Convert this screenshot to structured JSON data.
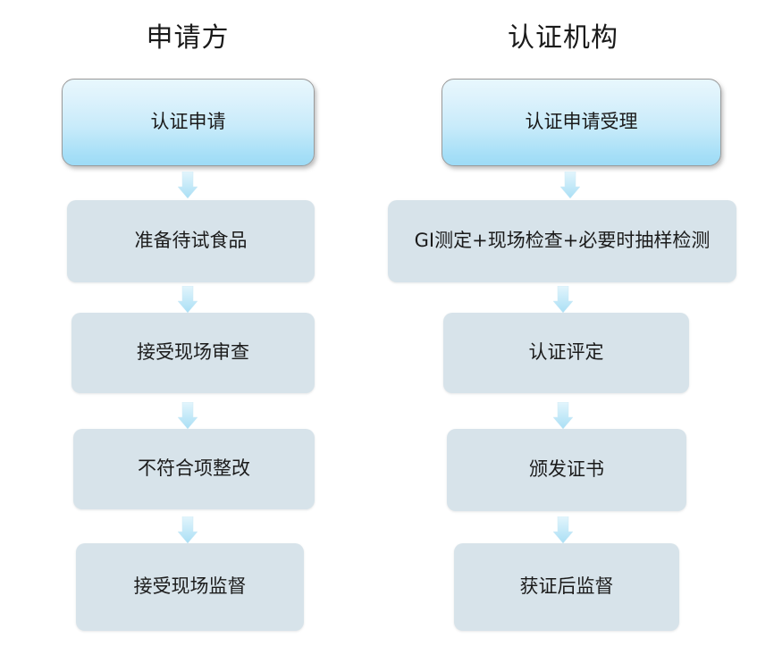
{
  "diagram": {
    "title_columns": [
      "申请方",
      "认证机构"
    ],
    "colors": {
      "start_box_gradient_top": "#e8f7fd",
      "start_box_gradient_bottom": "#9ddbf6",
      "start_box_border": "#9a9a9a",
      "step_box_fill": "#d7e3ea",
      "arrow_fill_top": "#dff3fb",
      "arrow_fill_bottom": "#a8def5",
      "text_color": "#1b1b1b",
      "background": "#ffffff"
    },
    "columns": [
      {
        "header": "申请方",
        "nodes": [
          {
            "label": "认证申请",
            "style": "start"
          },
          {
            "label": "准备待试食品",
            "style": "step"
          },
          {
            "label": "接受现场审查",
            "style": "step"
          },
          {
            "label": "不符合项整改",
            "style": "step"
          },
          {
            "label": "接受现场监督",
            "style": "step"
          }
        ]
      },
      {
        "header": "认证机构",
        "nodes": [
          {
            "label": "认证申请受理",
            "style": "start"
          },
          {
            "label": "GI测定+现场检查+必要时抽样检测",
            "style": "step"
          },
          {
            "label": "认证评定",
            "style": "step"
          },
          {
            "label": "颁发证书",
            "style": "step"
          },
          {
            "label": "获证后监督",
            "style": "step"
          }
        ]
      }
    ],
    "connectors": {
      "shape": "down-arrow-pentagon",
      "count_per_column": 4
    }
  }
}
